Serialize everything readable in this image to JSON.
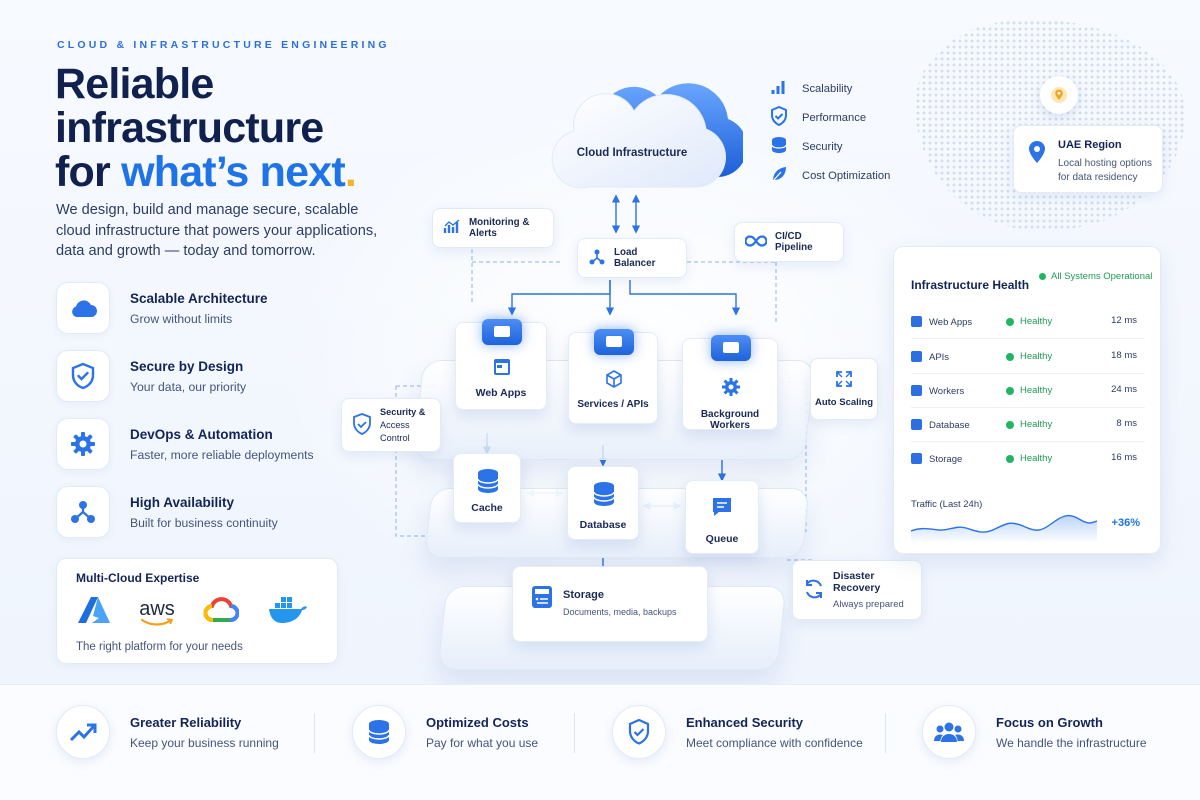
{
  "eyebrow": "CLOUD & INFRASTRUCTURE ENGINEERING",
  "headline": {
    "line1": "Reliable",
    "line2": "infrastructure",
    "line3_prefix": "for ",
    "line3_accent": "what’s next",
    "line3_dot": "."
  },
  "lead": "We design, build and manage secure, scalable cloud infrastructure that powers your applications, data and growth — today and tomorrow.",
  "features": [
    {
      "title": "Scalable Architecture",
      "subtitle": "Grow without limits",
      "icon": "cloud-icon"
    },
    {
      "title": "Secure by Design",
      "subtitle": "Your data, our priority",
      "icon": "shield-icon"
    },
    {
      "title": "DevOps & Automation",
      "subtitle": "Faster, more reliable deployments",
      "icon": "gear-icon"
    },
    {
      "title": "High Availability",
      "subtitle": "Built for business continuity",
      "icon": "network-icon"
    }
  ],
  "multicloud": {
    "title": "Multi-Cloud Expertise",
    "aws_label": "aws",
    "subtitle": "The right platform for your needs",
    "logos": [
      "azure-logo",
      "aws-logo",
      "google-cloud-logo",
      "docker-logo"
    ]
  },
  "diagram": {
    "cloud": "Cloud Infrastructure",
    "monitoring": "Monitoring & Alerts",
    "load_balancer": "Load Balancer",
    "cicd": "CI/CD Pipeline",
    "web_apps": "Web Apps",
    "services": "Services / APIs",
    "workers": "Background Workers",
    "auto_scaling": "Auto Scaling",
    "security_l1": "Security &",
    "security_l2": "Access Control",
    "cache": "Cache",
    "database": "Database",
    "queue": "Queue",
    "storage": "Storage",
    "storage_sub": "Documents, media, backups",
    "dr_title": "Disaster Recovery",
    "dr_sub": "Always prepared"
  },
  "legend": [
    {
      "label": "Scalability",
      "icon": "bar-chart-icon"
    },
    {
      "label": "Performance",
      "icon": "shield-check-icon"
    },
    {
      "label": "Security",
      "icon": "database-icon"
    },
    {
      "label": "Cost Optimization",
      "icon": "leaf-icon"
    }
  ],
  "region": {
    "title": "UAE Region",
    "subtitle": "Local hosting options for data residency"
  },
  "health": {
    "title": "Infrastructure Health",
    "status": "All Systems Operational",
    "rows": [
      {
        "name": "Web Apps",
        "status": "Healthy",
        "latency": "12 ms"
      },
      {
        "name": "APIs",
        "status": "Healthy",
        "latency": "18 ms"
      },
      {
        "name": "Workers",
        "status": "Healthy",
        "latency": "24 ms"
      },
      {
        "name": "Database",
        "status": "Healthy",
        "latency": "8 ms"
      },
      {
        "name": "Storage",
        "status": "Healthy",
        "latency": "16 ms"
      }
    ],
    "traffic_label": "Traffic (Last 24h)",
    "traffic_change": "+36%",
    "colors": {
      "healthy": "#1fb561",
      "accent": "#1f73e8"
    }
  },
  "benefits": [
    {
      "title": "Greater Reliability",
      "subtitle": "Keep your business running",
      "icon": "trend-up-icon"
    },
    {
      "title": "Optimized Costs",
      "subtitle": "Pay for what you use",
      "icon": "coins-icon"
    },
    {
      "title": "Enhanced Security",
      "subtitle": "Meet compliance with confidence",
      "icon": "shield-check-icon"
    },
    {
      "title": "Focus on Growth",
      "subtitle": "We handle the infrastructure",
      "icon": "team-icon"
    }
  ]
}
